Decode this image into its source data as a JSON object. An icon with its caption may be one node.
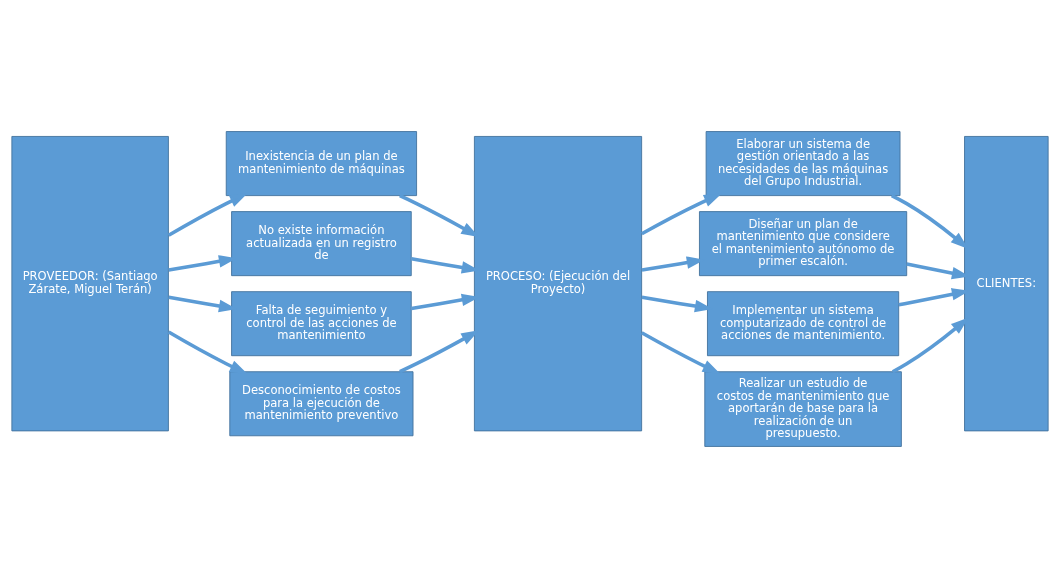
{
  "diagram": {
    "nodes": [
      {
        "text": [
          "PROVEEDOR: (Santiago Zárate, Miguel Terán)"
        ]
      },
      {
        "text": [
          "Inexistencia de un plan de mantenimiento de máquinas"
        ]
      },
      {
        "text": [
          "No existe información actualizada en un registro de"
        ]
      },
      {
        "text": [
          "Falta de seguimiento y control de las acciones de mantenimiento"
        ]
      },
      {
        "text": [
          "Desconocimiento de costos para la ejecución de mantenimiento preventivo"
        ]
      },
      {
        "text": [
          "PROCESO: (Ejecución del Proyecto)"
        ]
      },
      {
        "text": [
          "Elaborar un sistema de gestión orientado a las necesidades de las máquinas del Grupo Industrial."
        ]
      },
      {
        "text": [
          "Diseñar un plan de mantenimiento que considere el mantenimiento autónomo de primer escalón."
        ]
      },
      {
        "text": [
          "Implementar un sistema computarizado de control de acciones de mantenimiento."
        ]
      },
      {
        "text": [
          "Realizar un estudio de costos de mantenimiento que aportarán de base para la realización de un presupuesto."
        ]
      },
      {
        "text": [
          "CLIENTES:"
        ]
      }
    ],
    "edges": [
      {
        "from": 0,
        "to": 1,
        "arrow": "to"
      },
      {
        "from": 0,
        "to": 2,
        "arrow": "to"
      },
      {
        "from": 0,
        "to": 3,
        "arrow": "to"
      },
      {
        "from": 0,
        "to": 4,
        "arrow": "to"
      },
      {
        "from": 1,
        "to": 5,
        "arrow": "to"
      },
      {
        "from": 2,
        "to": 5,
        "arrow": "to"
      },
      {
        "from": 3,
        "to": 5,
        "arrow": "to"
      },
      {
        "from": 4,
        "to": 5,
        "arrow": "to"
      },
      {
        "from": 5,
        "to": 6,
        "arrow": "to"
      },
      {
        "from": 5,
        "to": 7,
        "arrow": "to"
      },
      {
        "from": 5,
        "to": 8,
        "arrow": "to"
      },
      {
        "from": 5,
        "to": 9,
        "arrow": "to"
      },
      {
        "from": 6,
        "to": 10,
        "arrow": "to"
      },
      {
        "from": 7,
        "to": 10,
        "arrow": "to"
      },
      {
        "from": 8,
        "to": 10,
        "arrow": "to"
      },
      {
        "from": 9,
        "to": 10,
        "arrow": "to"
      }
    ]
  }
}
